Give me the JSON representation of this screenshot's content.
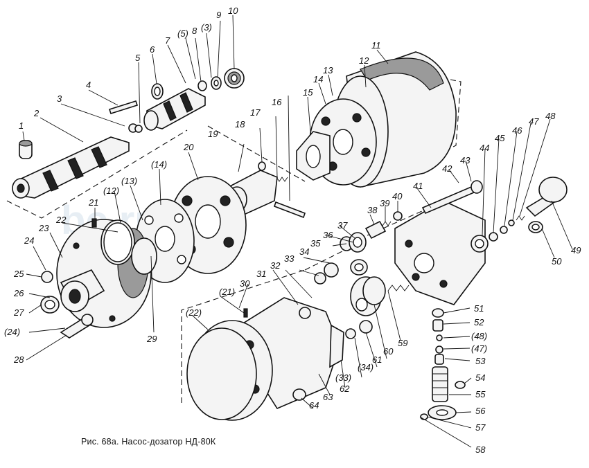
{
  "caption": "Рис. 68а. Насос-дозатор НД-80К",
  "watermark": "bc.rus.ru",
  "labels": {
    "l1": "1",
    "l2": "2",
    "l3": "3",
    "l4": "4",
    "l5": "5",
    "l6": "6",
    "l7": "7",
    "l5p": "(5)",
    "l8": "8",
    "l3p": "(3)",
    "l9": "9",
    "l10": "10",
    "l11": "11",
    "l12": "12",
    "l13": "13",
    "l14": "14",
    "l15": "15",
    "l16": "16",
    "l17": "17",
    "l18": "18",
    "l19": "19",
    "l20": "20",
    "l14p": "(14)",
    "l12p": "(12)",
    "l13p": "(13)",
    "l21": "21",
    "l22": "22",
    "l23": "23",
    "l24": "24",
    "l25": "25",
    "l26": "26",
    "l27": "27",
    "l24p": "(24)",
    "l28": "28",
    "l29": "29",
    "l30": "30",
    "l31": "31",
    "l32": "32",
    "l33": "33",
    "l34": "34",
    "l35": "35",
    "l36": "36",
    "l37": "37",
    "l38": "38",
    "l39": "39",
    "l40": "40",
    "l41": "41",
    "l42": "42",
    "l43": "43",
    "l44": "44",
    "l45": "45",
    "l46": "46",
    "l47": "47",
    "l48": "48",
    "l49": "49",
    "l50": "50",
    "l51": "51",
    "l52": "52",
    "l48p": "(48)",
    "l47p": "(47)",
    "l53": "53",
    "l54": "54",
    "l55": "55",
    "l56": "56",
    "l57": "57",
    "l58": "58",
    "l59": "59",
    "l60": "60",
    "l61": "61",
    "l34p": "(34)",
    "l33p": "(33)",
    "l62": "62",
    "l63": "63",
    "l64": "64",
    "l21p": "(21)",
    "l22p": "(22)"
  }
}
